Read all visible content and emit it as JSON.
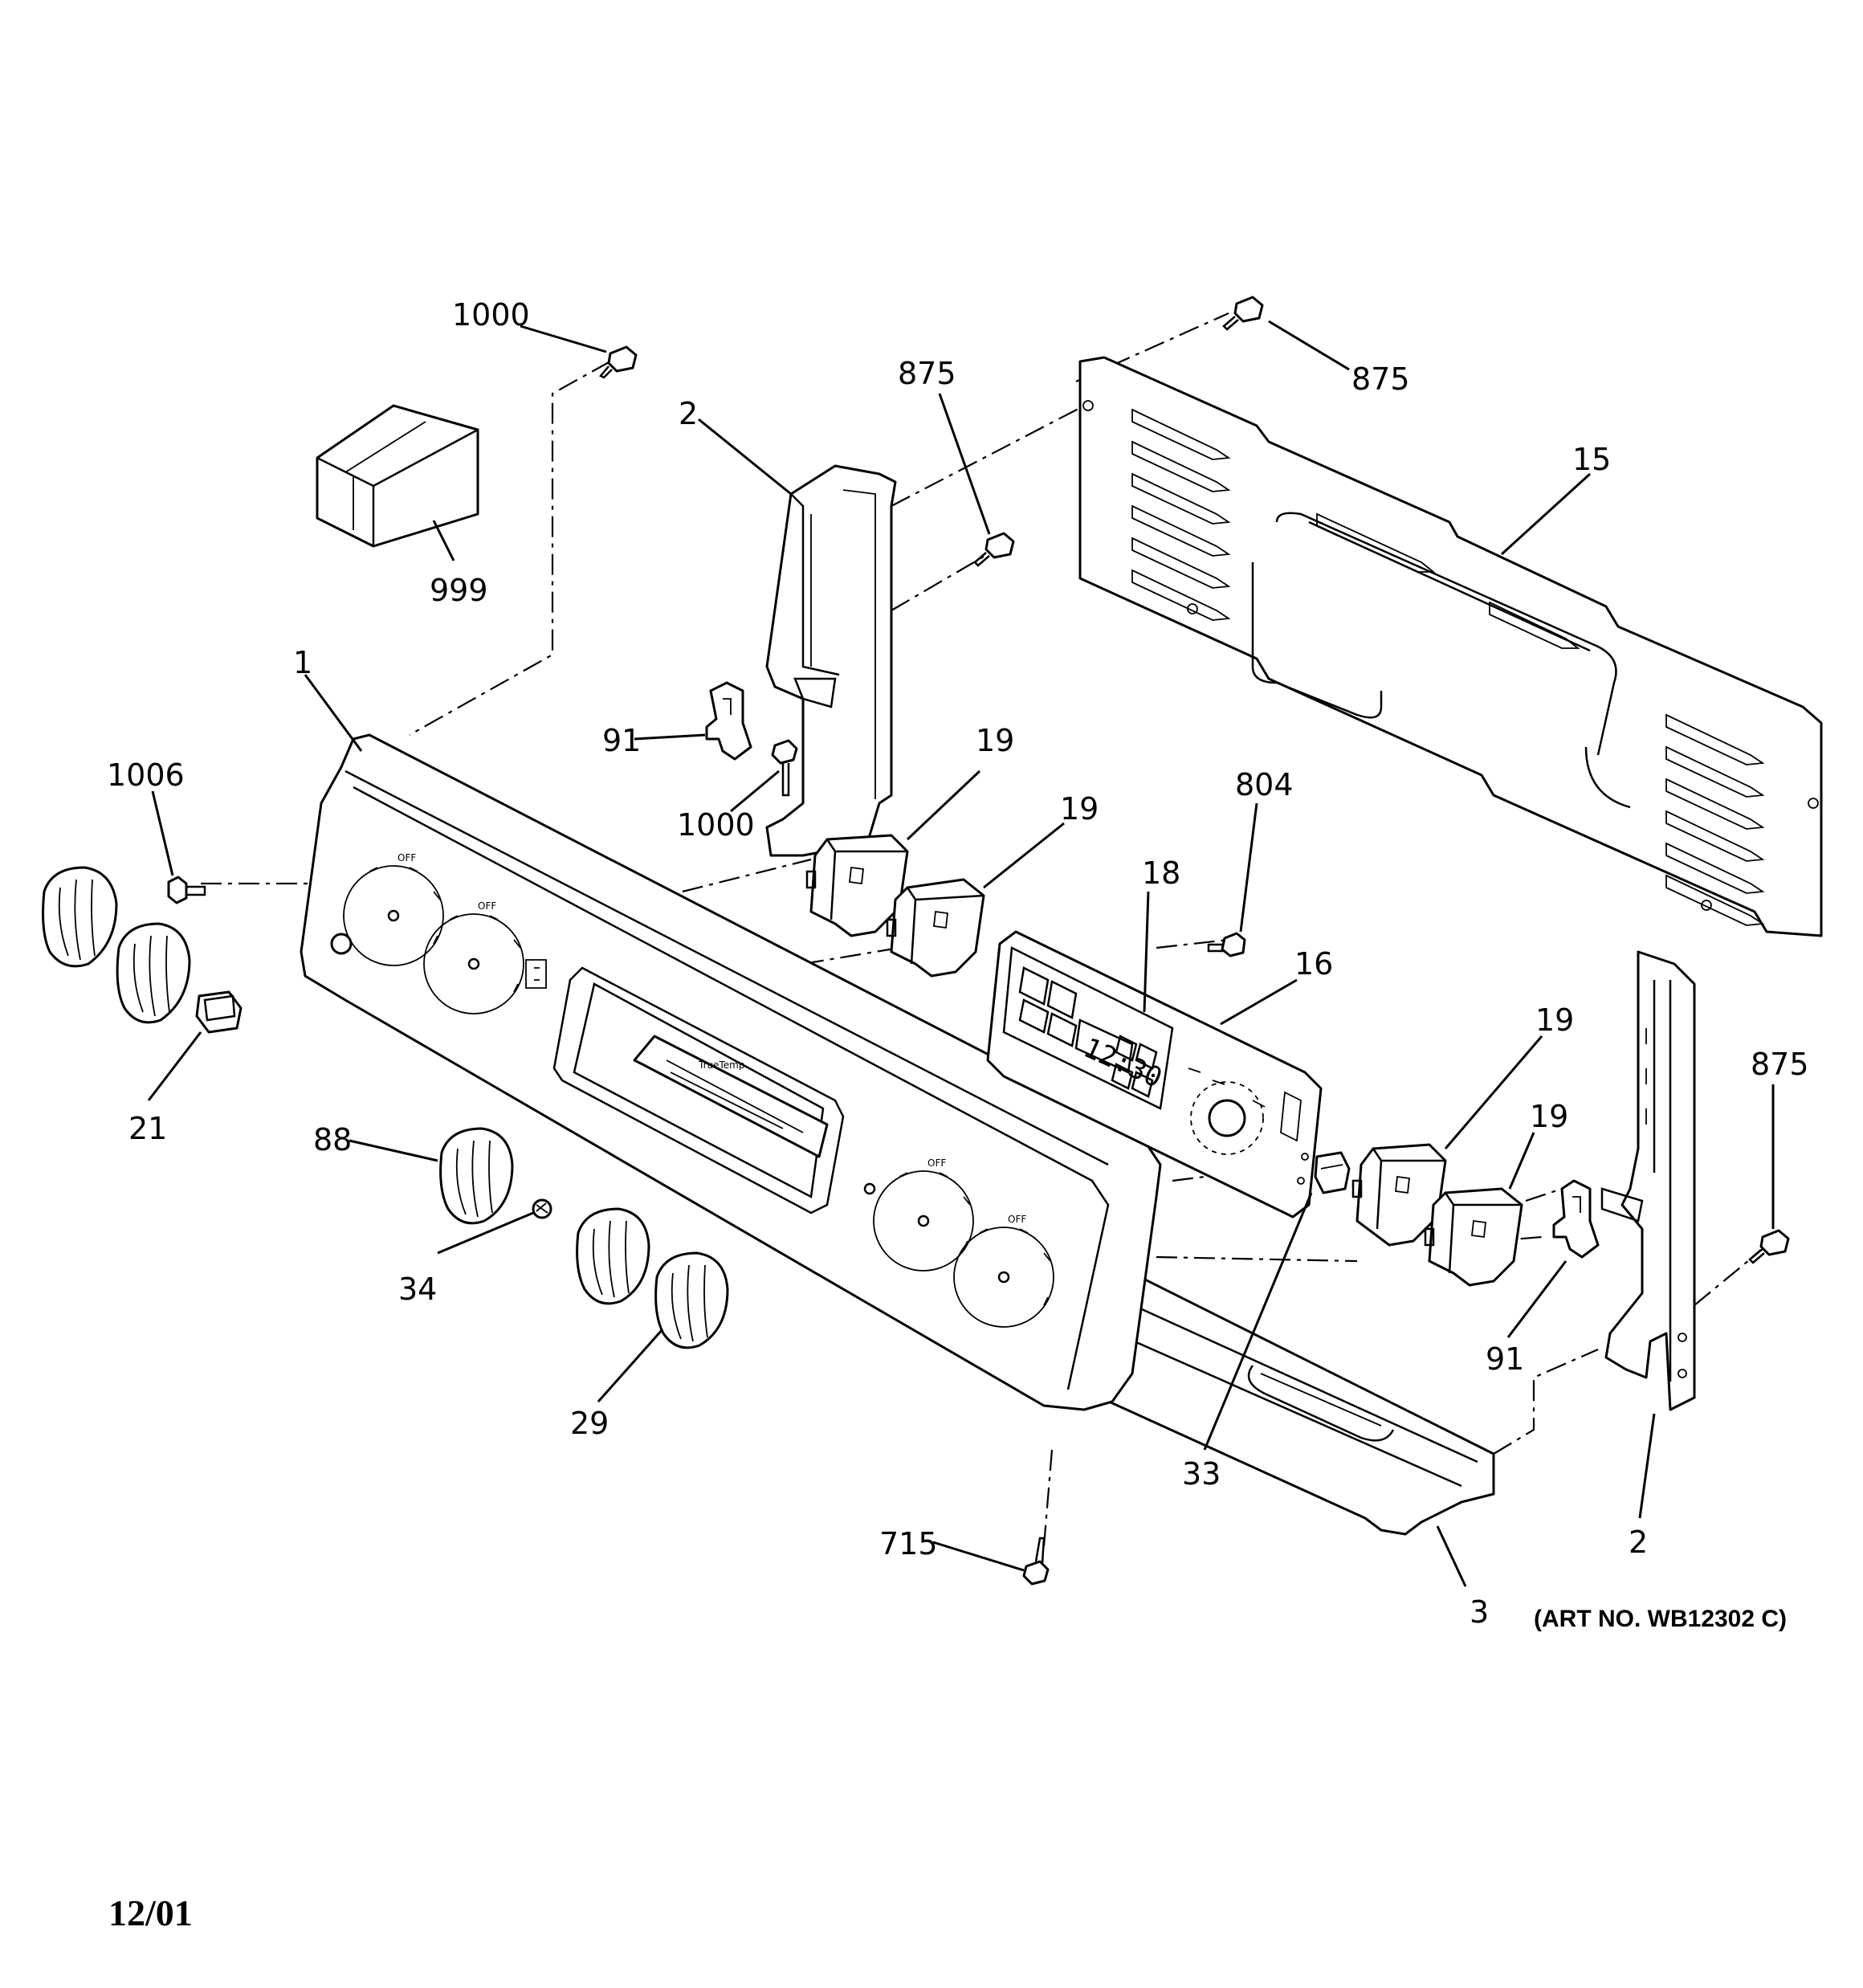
{
  "callouts": {
    "c1": "1",
    "c2_upper": "2",
    "c2_lower": "2",
    "c3": "3",
    "c15": "15",
    "c16": "16",
    "c18": "18",
    "c19_a": "19",
    "c19_b": "19",
    "c19_c": "19",
    "c19_d": "19",
    "c21": "21",
    "c29": "29",
    "c33": "33",
    "c34": "34",
    "c88": "88",
    "c91_upper": "91",
    "c91_lower": "91",
    "c715": "715",
    "c804": "804",
    "c875_a": "875",
    "c875_b": "875",
    "c875_c": "875",
    "c999": "999",
    "c1000_top": "1000",
    "c1000_mid": "1000",
    "c1006": "1006"
  },
  "art_number": "(ART NO. WB12302 C)",
  "revision_date": "12/01",
  "clock_display": "12:30"
}
